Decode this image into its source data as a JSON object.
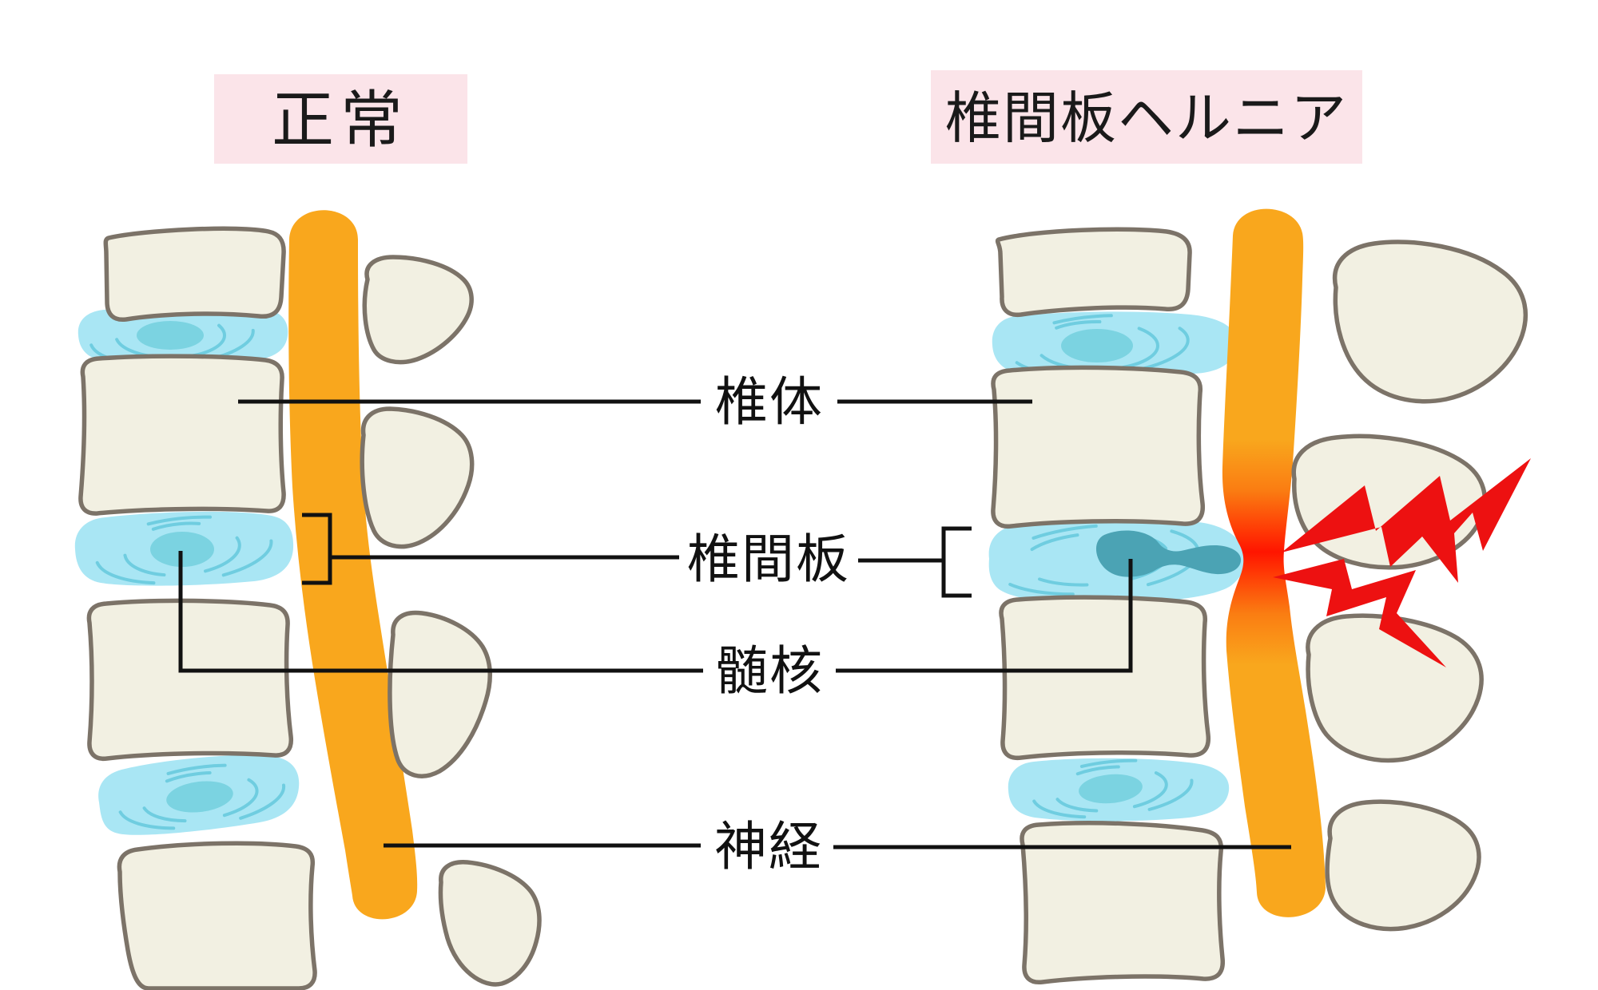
{
  "page": {
    "background": "#FFFFFF"
  },
  "left_panel": {
    "title": "正常"
  },
  "right_panel": {
    "title": "椎間板ヘルニア"
  },
  "labels": {
    "vertebral_body": "椎体",
    "intervertebral_disc": "椎間板",
    "nucleus_pulposus": "髄核",
    "nerve": "神経"
  },
  "colors": {
    "title_bg": "#FBE4E9",
    "title_text": "#1A1A1A",
    "bone_fill": "#F2F0E2",
    "bone_outline": "#7C7368",
    "disc_fill": "#A9E6F4",
    "disc_swirl": "#6FCDE0",
    "nucleus_fill": "#7BD3E1",
    "hernia_nucleus_fill": "#4BA3B4",
    "nerve_orange": "#F9A71D",
    "pinch_red": "#FF1500",
    "pain_bolt_red": "#ED1111",
    "connector_line": "#111111"
  }
}
